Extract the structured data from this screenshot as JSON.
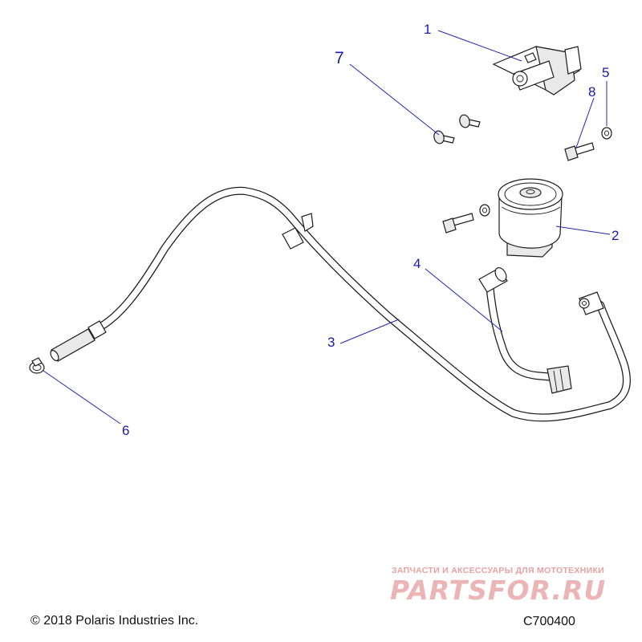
{
  "callouts": [
    "1",
    "2",
    "3",
    "4",
    "5",
    "6",
    "7",
    "8"
  ],
  "footer": {
    "copyright": "© 2018 Polaris Industries Inc.",
    "drawing_code": "C700400"
  },
  "watermark": {
    "caption": "ЗАПЧАСТИ И АКСЕССУАРЫ ДЛЯ МОТОТЕХНИКИ",
    "logo": "PARTSFOR.RU"
  },
  "colors": {
    "callout": "#1a1aa8",
    "leader": "#2424b8",
    "linework": "#1b1b1b",
    "watermark": "#e8a1a1"
  }
}
